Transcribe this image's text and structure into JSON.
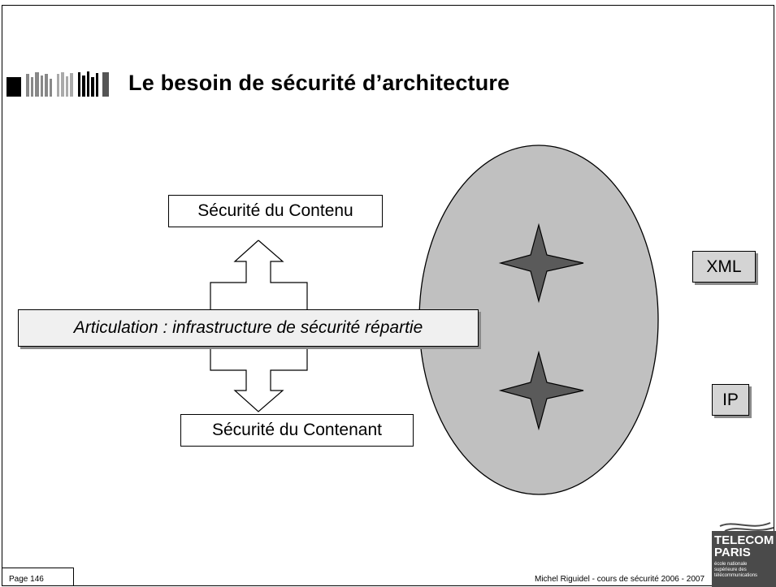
{
  "slide": {
    "title": "Le besoin de sécurité d’architecture",
    "footer": {
      "page": "Page 146",
      "author": "Michel Riguidel - cours de sécurité 2006 - 2007"
    }
  },
  "diagram": {
    "top_box": "Sécurité du Contenu",
    "middle_box": "Articulation : infrastructure de sécurité répartie",
    "bottom_box": "Sécurité du Contenant",
    "right_labels": [
      "XML",
      "IP"
    ]
  },
  "logo": {
    "name_line1": "TELECOM",
    "name_line2": "PARIS",
    "sub_line1": "école nationale",
    "sub_line2": "supérieure des",
    "sub_line3": "télécommunications"
  },
  "colors": {
    "ellipse_fill": "#c0c0c0",
    "star_fill": "#5a5a5a",
    "label_fill": "#d4d4d4",
    "logo_fill": "#4a4a4a"
  },
  "icons": {
    "title_ornament": "decorative-pattern-icon",
    "star": "four-point-star-icon",
    "arrow": "double-arrow-icon"
  }
}
